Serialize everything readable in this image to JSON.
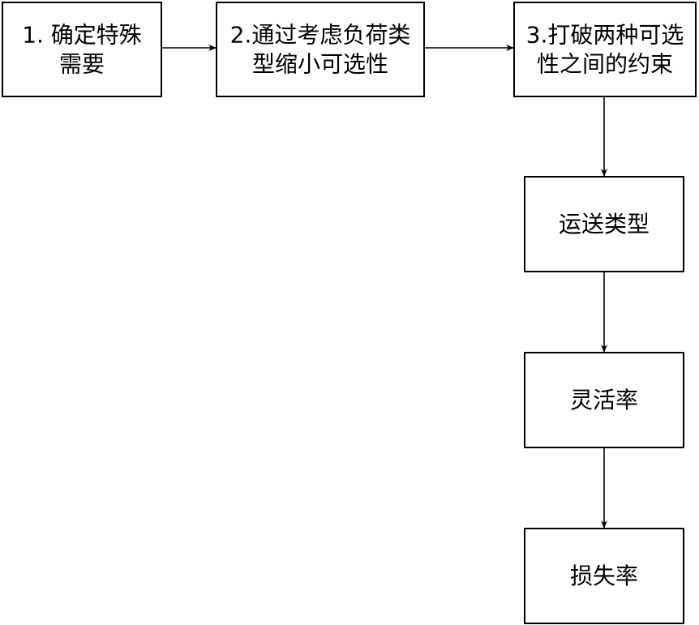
{
  "diagram": {
    "nodes": [
      {
        "id": "step1",
        "lines": [
          "1. 确定特殊",
          "需要"
        ]
      },
      {
        "id": "step2",
        "lines": [
          "2.通过考虑负荷类",
          "型缩小可选性"
        ]
      },
      {
        "id": "step3",
        "lines": [
          "3.打破两种可选",
          "性之间的约束"
        ]
      },
      {
        "id": "transport",
        "lines": [
          "运送类型"
        ]
      },
      {
        "id": "flexibility",
        "lines": [
          "灵活率"
        ]
      },
      {
        "id": "loss",
        "lines": [
          "损失率"
        ]
      }
    ],
    "edges": [
      {
        "from": "step1",
        "to": "step2"
      },
      {
        "from": "step2",
        "to": "step3"
      },
      {
        "from": "step3",
        "to": "transport"
      },
      {
        "from": "transport",
        "to": "flexibility"
      },
      {
        "from": "flexibility",
        "to": "loss"
      }
    ],
    "colors": {
      "stroke": "#000000",
      "fill": "#ffffff",
      "text": "#000000"
    }
  }
}
